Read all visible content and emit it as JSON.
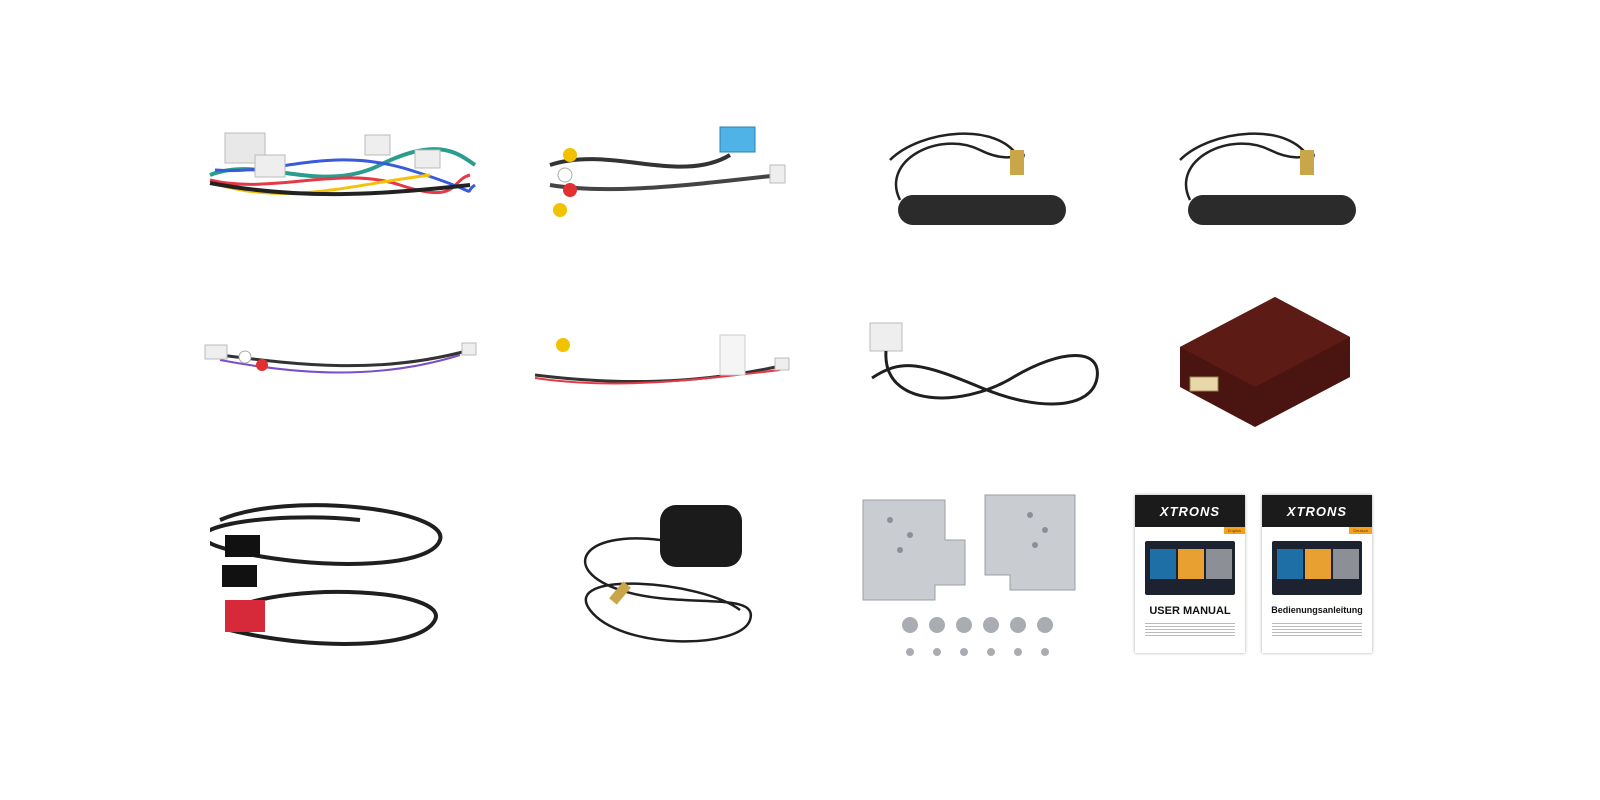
{
  "items": [
    {
      "name": "main-wiring-harness"
    },
    {
      "name": "rca-av-harness"
    },
    {
      "name": "radio-antenna-1"
    },
    {
      "name": "radio-antenna-2"
    },
    {
      "name": "rca-audio-cable"
    },
    {
      "name": "camera-rca-cable"
    },
    {
      "name": "antenna-adapter-cable"
    },
    {
      "name": "canbus-decoder-box"
    },
    {
      "name": "usb-extension-cables"
    },
    {
      "name": "gps-antenna"
    },
    {
      "name": "mounting-brackets-and-screws"
    }
  ],
  "manuals": [
    {
      "brand": "XTRONS",
      "language": "English",
      "title": "USER MANUAL"
    },
    {
      "brand": "XTRONS",
      "language": "Deutsch",
      "title": "Bedienungsanleitung"
    }
  ],
  "colors": {
    "manual_header": "#1b1b1b",
    "language_tag": "#f3a21d",
    "decoder_box": "#4a1410"
  }
}
